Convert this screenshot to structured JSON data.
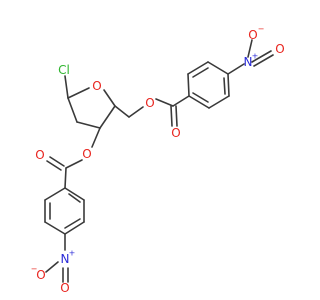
{
  "colors": {
    "bond": "#3a3a3a",
    "oxygen": "#e8251f",
    "nitrogen": "#2a2ad8",
    "chlorine": "#2fb52f",
    "background": "#ffffff"
  },
  "atoms": {
    "cl": "Cl",
    "ring_o": "O",
    "ester1_o": "O",
    "carbonyl1_o": "O",
    "ester2_o": "O",
    "carbonyl2_o": "O",
    "n1": "N",
    "n1_plus": "+",
    "n1_o_top": "O",
    "n1_o_top_minus": "−",
    "n1_o_right": "O",
    "n2": "N",
    "n2_plus": "+",
    "n2_o_left": "O",
    "n2_o_left_minus": "−",
    "n2_o_bottom": "O"
  }
}
